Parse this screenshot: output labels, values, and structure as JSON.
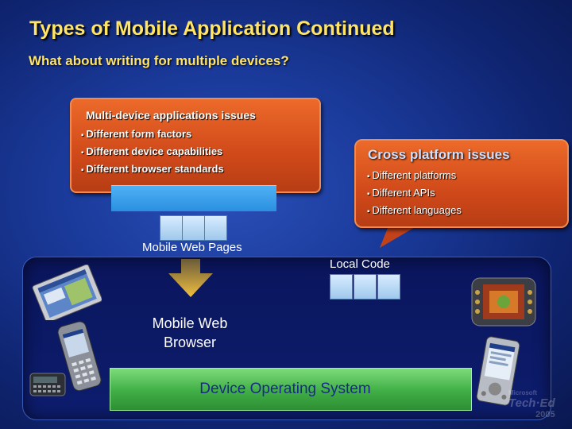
{
  "title": "Types of Mobile Application Continued",
  "subtitle": "What about writing for multiple devices?",
  "multi_device": {
    "title": "Multi-device applications issues",
    "items": [
      "Different form factors",
      "Different device capabilities",
      "Different browser standards"
    ]
  },
  "cross_platform": {
    "title": "Cross platform issues",
    "items": [
      "Different platforms",
      "Different APIs",
      "Different languages"
    ]
  },
  "labels": {
    "mobile_web_pages": "Mobile Web Pages",
    "local_code": "Local Code",
    "mobile_web_browser_line1": "Mobile Web",
    "mobile_web_browser_line2": "Browser",
    "device_os": "Device Operating System"
  },
  "watermark": {
    "brand_small": "Microsoft",
    "brand": "Tech·Ed",
    "year": "2005"
  },
  "icons": [
    "tablet-pc-icon",
    "smartphone-icon",
    "communicator-icon",
    "media-player-device-icon",
    "pocket-pc-icon",
    "down-arrow-icon"
  ],
  "colors": {
    "title": "#ffe466",
    "callout": "#d0491a",
    "os_bar": "#3fae45",
    "web_bar": "#2a8fe0"
  }
}
